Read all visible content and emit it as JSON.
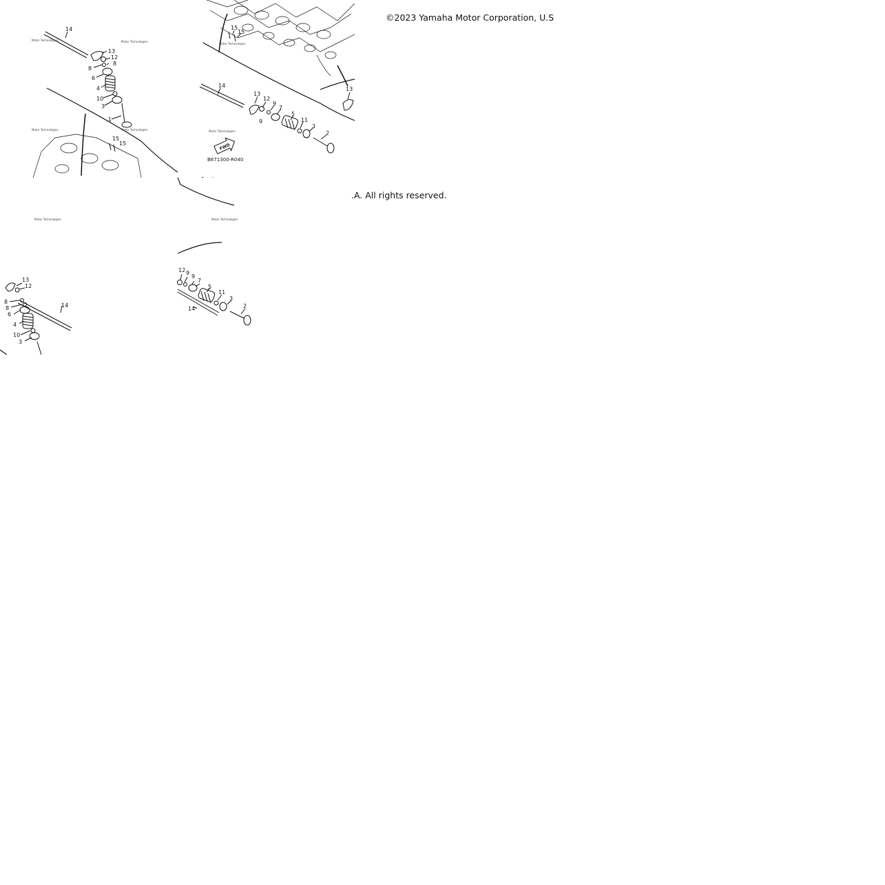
{
  "copyright": {
    "line_a": "©2023 Yamaha Motor Corporation, U.S",
    "line_b": ".A. All rights reserved."
  },
  "diagram": {
    "diagram_code": "B671300-R040",
    "fwd_label": "FWD",
    "watermark": "Motor Technologies",
    "part_numbers": {
      "p1": "1",
      "p2": "2",
      "p3": "3",
      "p4": "4",
      "p5": "5",
      "p6": "6",
      "p7": "7",
      "p8": "8",
      "p9": "9",
      "p10": "10",
      "p11": "11",
      "p12": "12",
      "p13": "13",
      "p14": "14",
      "p15": "15"
    }
  },
  "colors": {
    "ink": "#111111",
    "background": "#ffffff"
  },
  "icons": [
    "fwd-arrow-icon"
  ]
}
